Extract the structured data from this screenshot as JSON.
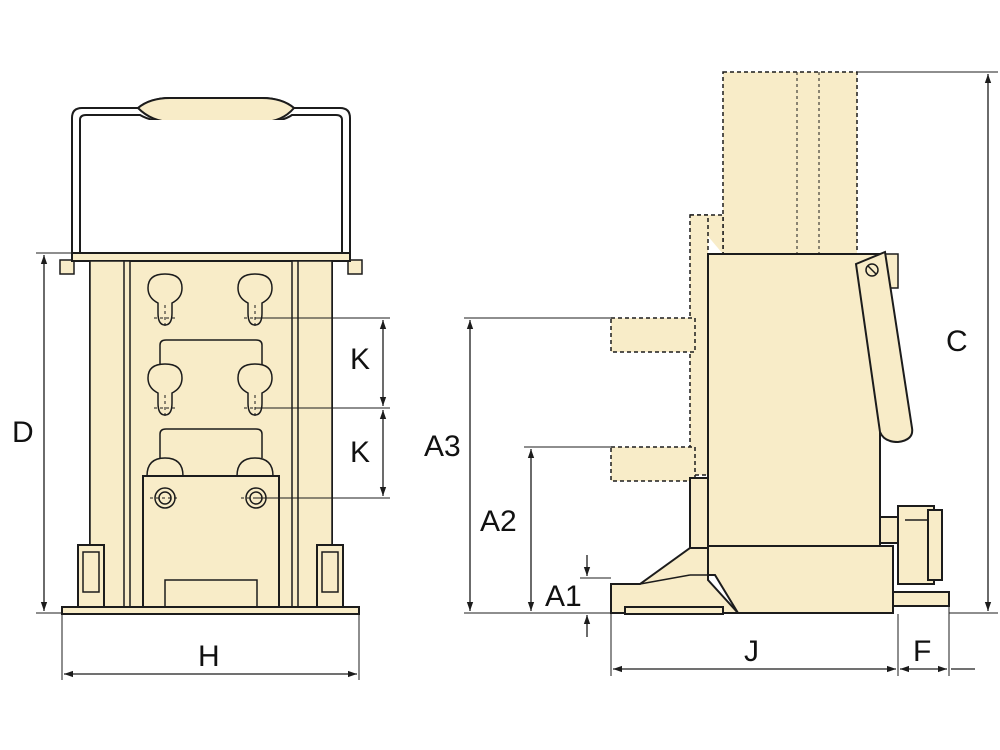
{
  "labels": {
    "D": "D",
    "K_upper": "K",
    "K_lower": "K",
    "H": "H",
    "A3": "A3",
    "A2": "A2",
    "A1": "A1",
    "C": "C",
    "J": "J",
    "F": "F"
  },
  "colors": {
    "body_fill": "#f8ecc8",
    "outline": "#1c1c1c",
    "background": "#ffffff"
  }
}
